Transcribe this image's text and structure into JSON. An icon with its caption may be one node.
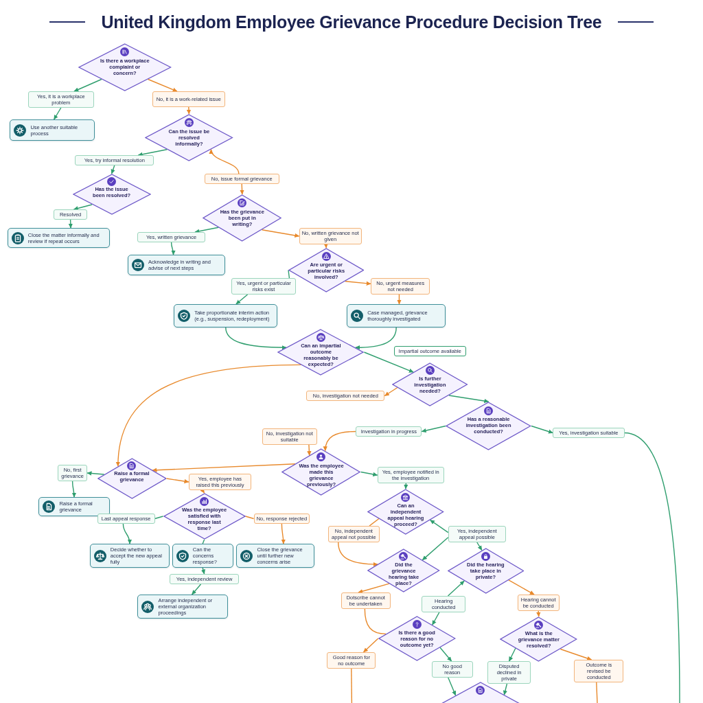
{
  "diagram": {
    "title": "United Kingdom Employee Grievance Procedure Decision Tree",
    "nodes": [
      {
        "text": [
          "Is there a workplace complaint or concern?"
        ]
      },
      {
        "text": [
          "Yes, it is a workplace problem"
        ]
      },
      {
        "text": [
          "No, it is a work-related issue"
        ]
      },
      {
        "text": [
          "Use another suitable process"
        ]
      },
      {
        "text": [
          "Can the issue be resolved informally?"
        ]
      },
      {
        "text": [
          "Yes, try informal resolution"
        ]
      },
      {
        "text": [
          "No, issue formal grievance"
        ]
      },
      {
        "text": [
          "Has the issue been resolved?"
        ]
      },
      {
        "text": [
          "Resolved"
        ]
      },
      {
        "text": [
          "Close the matter informally and review if repeat occurs"
        ]
      },
      {
        "text": [
          "Has the grievance been put in writing?"
        ]
      },
      {
        "text": [
          "Yes, written grievance"
        ]
      },
      {
        "text": [
          "No, written grievance not given"
        ]
      },
      {
        "text": [
          "Acknowledge in writing and advise of next steps"
        ]
      },
      {
        "text": [
          "Are urgent or particular risks involved?"
        ]
      },
      {
        "text": [
          "Yes, urgent or particular risks exist"
        ]
      },
      {
        "text": [
          "No, urgent measures not needed"
        ]
      },
      {
        "text": [
          "Take proportionate interim action (e.g., suspension, redeployment)"
        ]
      },
      {
        "text": [
          "Case managed, grievance thoroughly investigated"
        ]
      },
      {
        "text": [
          "Can an impartial outcome reasonably be expected?"
        ]
      },
      {
        "text": [
          "Is further investigation needed?"
        ]
      },
      {
        "text": [
          "No, investigation not needed"
        ]
      },
      {
        "text": [
          "Has a reasonable investigation been conducted?"
        ]
      },
      {
        "text": [
          "Investigation in progress"
        ]
      },
      {
        "text": [
          "Yes, investigation suitable"
        ]
      },
      {
        "text": [
          "No, investigation not suitable"
        ]
      },
      {
        "text": [
          "Raise a formal grievance"
        ]
      },
      {
        "text": [
          "Was the employee made this grievance previously?"
        ]
      },
      {
        "text": [
          "No, first grievance"
        ]
      },
      {
        "text": [
          "Yes, employee has raised this previously"
        ]
      },
      {
        "text": [
          "Yes, employee notified in the investigation"
        ]
      },
      {
        "text": [
          "Raise a formal grievance"
        ]
      },
      {
        "text": [
          "Was the employee satisfied with response last time?"
        ]
      },
      {
        "text": [
          "Last appeal response"
        ]
      },
      {
        "text": [
          "No, response rejected"
        ]
      },
      {
        "text": [
          "Decide whether to accept the new appeal fully"
        ]
      },
      {
        "text": [
          "Can the concerns response?"
        ]
      },
      {
        "text": [
          "Close the grievance until further new concerns arise"
        ]
      },
      {
        "text": [
          "Yes, independent review"
        ]
      },
      {
        "text": [
          "Arrange independent or external organization proceedings"
        ]
      },
      {
        "text": [
          "Can an independent appeal hearing proceed?"
        ]
      },
      {
        "text": [
          "No, independent appeal not possible"
        ]
      },
      {
        "text": [
          "Yes, independent appeal possible"
        ]
      },
      {
        "text": [
          "Did the grievance hearing take place?"
        ]
      },
      {
        "text": [
          "Did the hearing take place in private?"
        ]
      },
      {
        "text": [
          "Dotscribe cannot be undertaken"
        ]
      },
      {
        "text": [
          "Hearing conducted"
        ]
      },
      {
        "text": [
          "Hearing cannot be conducted"
        ]
      },
      {
        "text": [
          "Is there a good reason for no outcome yet?"
        ]
      },
      {
        "text": [
          "What is the grievance matter resolved?"
        ]
      },
      {
        "text": [
          "Good reason for no outcome"
        ]
      },
      {
        "text": [
          "No good reason"
        ]
      },
      {
        "text": [
          "Disputed declined in private"
        ]
      },
      {
        "text": [
          "Outcome is revised be conducted"
        ]
      },
      {
        "text": [],
        "shape": "diamond"
      }
    ],
    "edges": [
      {
        "from": 0,
        "to": 1,
        "arrow": "to"
      },
      {
        "from": 0,
        "to": 2,
        "arrow": "to",
        "color": "#e8892b"
      },
      {
        "from": 1,
        "to": 3,
        "arrow": "to"
      },
      {
        "from": 2,
        "to": 4,
        "arrow": "to",
        "color": "#e8892b"
      },
      {
        "from": 4,
        "to": 5,
        "arrow": "to"
      },
      {
        "from": 6,
        "to": 4,
        "arrow": "to",
        "color": "#e8892b"
      },
      {
        "from": 5,
        "to": 7,
        "arrow": "to"
      },
      {
        "from": 7,
        "to": 8,
        "arrow": "to"
      },
      {
        "from": 8,
        "to": 9,
        "arrow": "to"
      },
      {
        "from": 6,
        "to": 10,
        "arrow": "to",
        "color": "#e8892b"
      },
      {
        "from": 10,
        "to": 11,
        "arrow": "to"
      },
      {
        "from": 10,
        "to": 12,
        "arrow": "to",
        "color": "#e8892b"
      },
      {
        "from": 11,
        "to": 13,
        "arrow": "to"
      },
      {
        "from": 12,
        "to": 14,
        "arrow": "to",
        "color": "#e8892b"
      },
      {
        "from": 14,
        "to": 15,
        "arrow": "none"
      },
      {
        "from": 14,
        "to": 16,
        "arrow": "to",
        "color": "#e8892b"
      },
      {
        "from": 15,
        "to": 17,
        "arrow": "to"
      },
      {
        "from": 16,
        "to": 18,
        "arrow": "to",
        "color": "#e8892b"
      },
      {
        "from": 17,
        "to": 19,
        "arrow": "to"
      },
      {
        "from": 18,
        "to": 19,
        "arrow": "to"
      },
      {
        "from": 19,
        "to": 20,
        "arrow": "to",
        "label": "Impartial outcome available"
      },
      {
        "from": 19,
        "to": 26,
        "arrow": "to",
        "color": "#e8892b"
      },
      {
        "from": 20,
        "to": 21,
        "arrow": "to",
        "color": "#e8892b"
      },
      {
        "from": 20,
        "to": 22,
        "arrow": "to"
      },
      {
        "from": 22,
        "to": 23,
        "arrow": "to"
      },
      {
        "from": 22,
        "to": 24,
        "arrow": "to"
      },
      {
        "from": 24,
        "to": null,
        "arrow": "none"
      },
      {
        "from": 23,
        "to": 27,
        "arrow": "to",
        "color": "#e8892b"
      },
      {
        "from": 25,
        "to": 27,
        "arrow": "to",
        "color": "#e8892b"
      },
      {
        "from": 27,
        "to": 26,
        "arrow": "to",
        "color": "#e8892b"
      },
      {
        "from": 27,
        "to": 30,
        "arrow": "to"
      },
      {
        "from": 26,
        "to": 28,
        "arrow": "to"
      },
      {
        "from": 26,
        "to": 29,
        "arrow": "to",
        "color": "#e8892b"
      },
      {
        "from": 28,
        "to": 31,
        "arrow": "to"
      },
      {
        "from": 29,
        "to": 32,
        "arrow": "to",
        "color": "#e8892b"
      },
      {
        "from": 32,
        "to": 33,
        "arrow": "none"
      },
      {
        "from": 32,
        "to": 34,
        "arrow": "none",
        "color": "#e8892b"
      },
      {
        "from": 32,
        "to": 36,
        "arrow": "none"
      },
      {
        "from": 33,
        "to": 35,
        "arrow": "to"
      },
      {
        "from": 34,
        "to": 37,
        "arrow": "to",
        "color": "#e8892b"
      },
      {
        "from": 36,
        "to": 38,
        "arrow": "to"
      },
      {
        "from": 38,
        "to": 39,
        "arrow": "to"
      },
      {
        "from": 30,
        "to": 40,
        "arrow": "to"
      },
      {
        "from": 40,
        "to": 41,
        "arrow": "none",
        "color": "#e8892b"
      },
      {
        "from": 42,
        "to": 40,
        "arrow": "to"
      },
      {
        "from": 41,
        "to": 43,
        "arrow": "to",
        "color": "#e8892b"
      },
      {
        "from": 42,
        "to": 43,
        "arrow": "to"
      },
      {
        "from": 42,
        "to": 44,
        "arrow": "to"
      },
      {
        "from": 43,
        "to": 45,
        "arrow": "to",
        "color": "#e8892b"
      },
      {
        "from": 46,
        "to": 44,
        "arrow": "to"
      },
      {
        "from": 44,
        "to": 47,
        "arrow": "to",
        "color": "#e8892b"
      },
      {
        "from": 45,
        "to": 48,
        "arrow": "none",
        "color": "#e8892b"
      },
      {
        "from": 46,
        "to": 48,
        "arrow": "to"
      },
      {
        "from": 47,
        "to": 49,
        "arrow": "to",
        "color": "#e8892b"
      },
      {
        "from": 48,
        "to": 50,
        "arrow": "to",
        "color": "#e8892b"
      },
      {
        "from": 48,
        "to": 51,
        "arrow": "to"
      },
      {
        "from": 49,
        "to": 52,
        "arrow": "to"
      },
      {
        "from": 49,
        "to": 53,
        "arrow": "to",
        "color": "#e8892b"
      },
      {
        "from": 51,
        "to": 54,
        "arrow": "to"
      },
      {
        "from": 52,
        "to": 54,
        "arrow": "to"
      },
      {
        "from": 50,
        "to": null,
        "arrow": "none",
        "color": "#e8892b"
      },
      {
        "from": 53,
        "to": null,
        "arrow": "none",
        "color": "#e8892b"
      }
    ]
  }
}
